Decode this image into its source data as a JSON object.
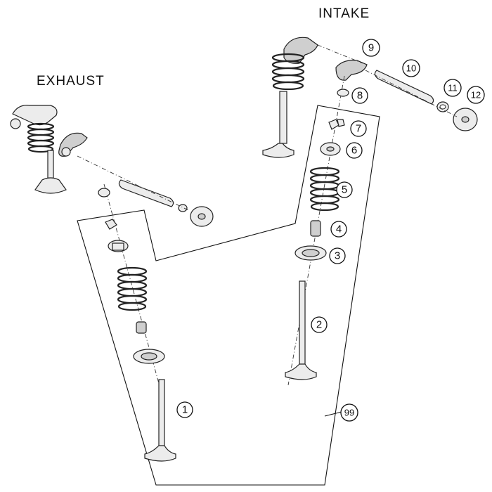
{
  "titles": {
    "exhaust": "EXHAUST",
    "intake": "INTAKE"
  },
  "callouts": {
    "c1": "1",
    "c2": "2",
    "c3": "3",
    "c4": "4",
    "c5": "5",
    "c6": "6",
    "c7": "7",
    "c8": "8",
    "c9": "9",
    "c10": "10",
    "c11": "11",
    "c12": "12",
    "c99": "99"
  },
  "colors": {
    "line": "#111111",
    "part_fill": "#ececec",
    "part_shade": "#cfcfcf",
    "background": "#ffffff"
  }
}
